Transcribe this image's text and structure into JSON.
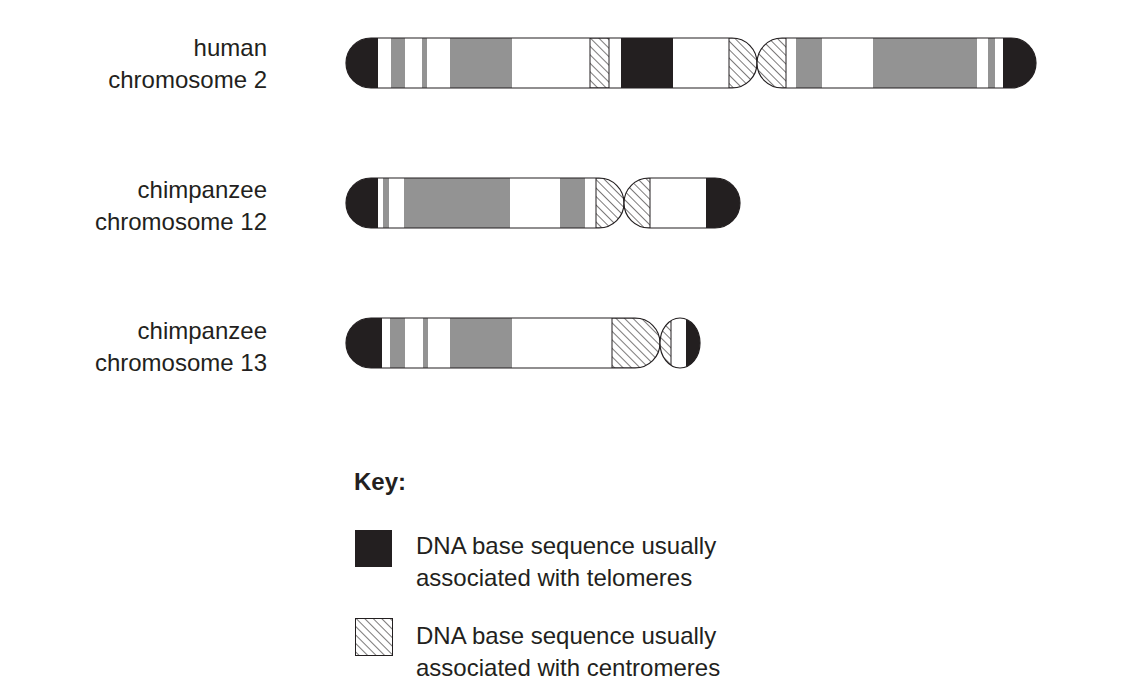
{
  "diagram": {
    "labels": [
      "human chromosome 2",
      "chimpanzee chromosome 12",
      "chimpanzee chromosome 13",
      "Key:"
    ],
    "legend": [
      {
        "text": "DNA base sequence usually associated with telomeres",
        "color": "#231f20"
      },
      {
        "text": "DNA base sequence usually associated with centromeres"
      }
    ]
  }
}
